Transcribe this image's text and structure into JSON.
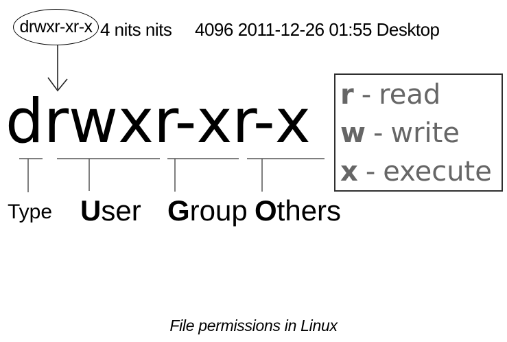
{
  "ls_output": {
    "permissions": "drwxr-xr-x",
    "links_owner_group": "4 nits nits",
    "size_date_name": "4096 2011-12-26 01:55 Desktop"
  },
  "permission_string": "drwxr-xr-x",
  "legend": {
    "separator": "-",
    "items": [
      {
        "key": "r",
        "desc": "read"
      },
      {
        "key": "w",
        "desc": "write"
      },
      {
        "key": "x",
        "desc": "execute"
      }
    ]
  },
  "segments": {
    "type": {
      "label": "Type"
    },
    "user": {
      "first": "U",
      "rest": "ser"
    },
    "group": {
      "first": "G",
      "rest": "roup"
    },
    "others": {
      "first": "O",
      "rest": "thers"
    }
  },
  "caption": "File permissions in Linux",
  "colors": {
    "text": "#000000",
    "legend_text": "#666666",
    "connector": "#555555"
  }
}
